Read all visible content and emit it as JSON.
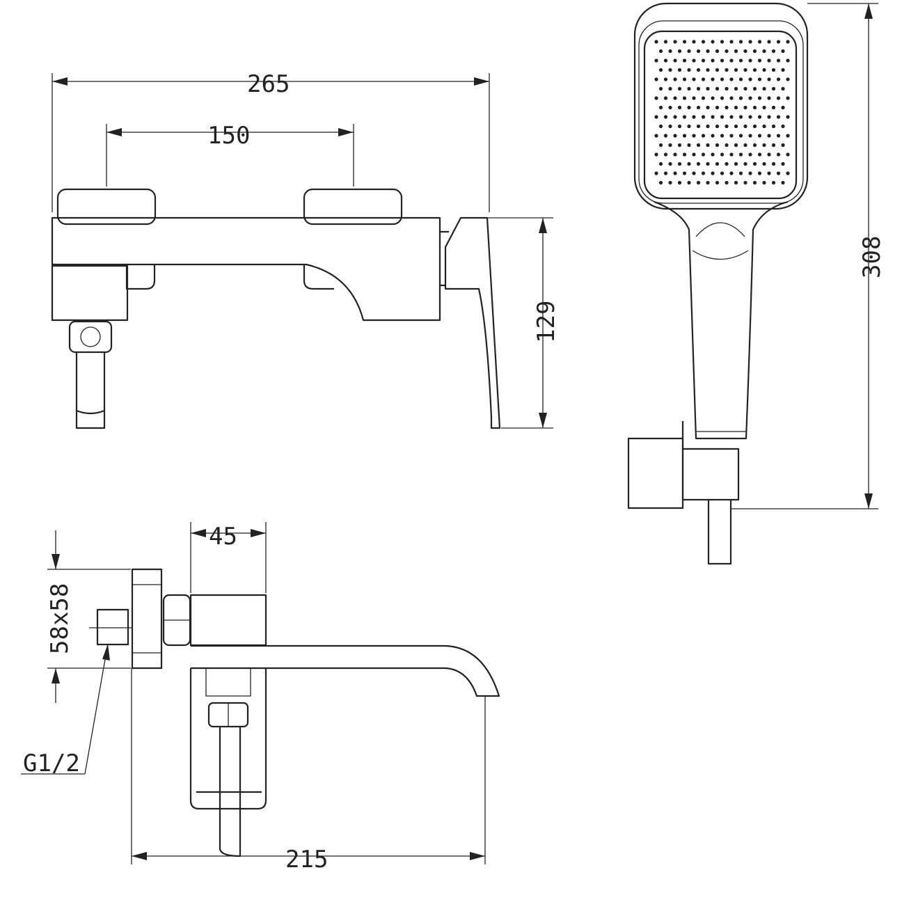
{
  "dimensions": {
    "overall_width": "265",
    "inlet_spacing": "150",
    "lever_height": "129",
    "handset_length": "308",
    "body_depth": "45",
    "escutcheon_size": "58x58",
    "thread": "G1/2",
    "spout_projection": "215"
  }
}
